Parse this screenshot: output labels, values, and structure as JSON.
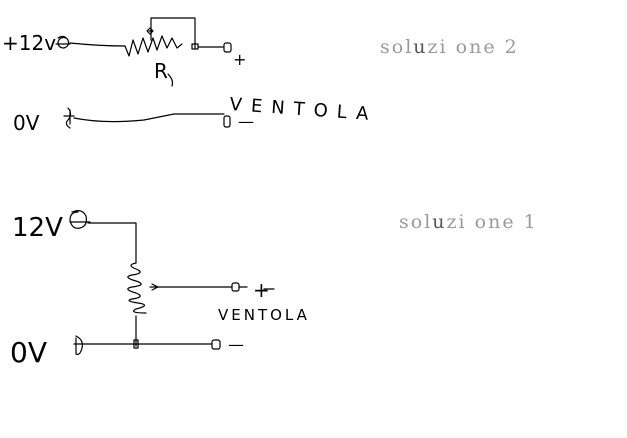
{
  "colors": {
    "ink": "#000000",
    "title": "#9a9a9a",
    "title_mark": "#555555",
    "background": "#ffffff"
  },
  "solution2": {
    "title_a": "sol",
    "title_mark": "u",
    "title_b": "zi one 2",
    "supply_plus_label": "+12v",
    "supply_zero_label": "0V",
    "resistor_label": "R",
    "fan_plus_label": "+",
    "fan_minus_label": "—",
    "fan_label": "VENTOLA"
  },
  "solution1": {
    "title_a": "sol",
    "title_mark": "u",
    "title_b": "zi one 1",
    "supply_plus_label": "12V",
    "supply_zero_label": "0V",
    "fan_plus_label": "+",
    "fan_minus_label": "—",
    "fan_label": "VENTOLA"
  }
}
